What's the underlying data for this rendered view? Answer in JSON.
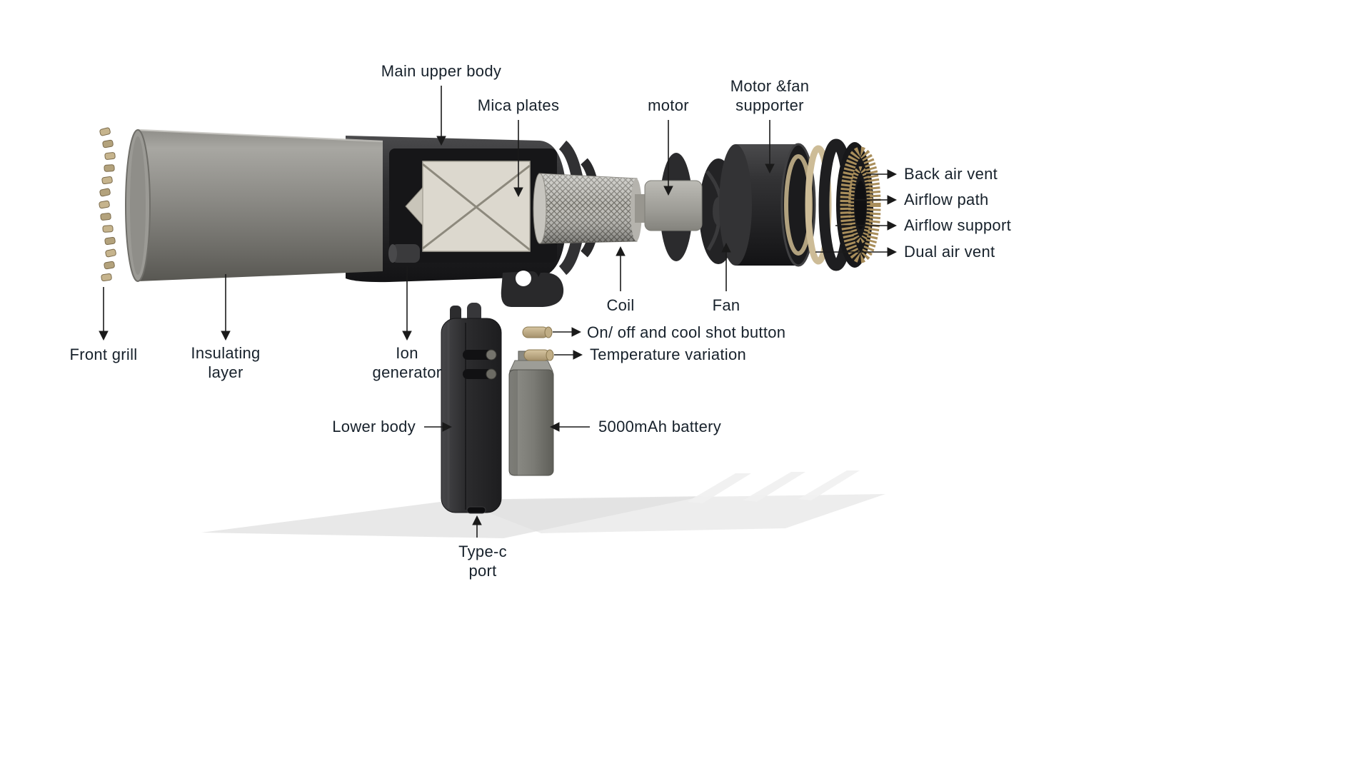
{
  "diagram": {
    "labels": {
      "main_upper_body": "Main upper body",
      "mica_plates": "Mica plates",
      "motor": "motor",
      "motor_fan_supporter": {
        "line1": "Motor &fan",
        "line2": "supporter"
      },
      "back_air_vent": "Back air vent",
      "airflow_path": "Airflow path",
      "airflow_support": "Airflow support",
      "dual_air_vent": "Dual air vent",
      "coil": "Coil",
      "fan": "Fan",
      "front_grill": "Front grill",
      "insulating_layer": {
        "line1": "Insulating",
        "line2": "layer"
      },
      "ion_generator": {
        "line1": "Ion",
        "line2": "generator"
      },
      "on_off_cool_shot": "On/ off and cool shot button",
      "temperature_variation": "Temperature  variation",
      "lower_body": "Lower body",
      "battery": "5000mAh battery",
      "type_c_port": {
        "line1": "Type-c",
        "line2": "port"
      }
    },
    "colors": {
      "background": "#ffffff",
      "text": "#17212b",
      "barrel_gray": "#8c8b86",
      "dark_shell": "#28282a",
      "mica_cream": "#dcd8ce",
      "tan_accent": "#c9b890",
      "gold_vent": "#a98e5b",
      "shadow": "#dcdcdc"
    }
  }
}
